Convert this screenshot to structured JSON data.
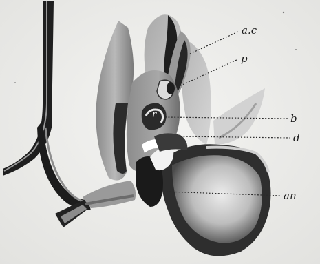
{
  "figure": {
    "labels": {
      "anther_cap": "a.c",
      "pollinium": "p",
      "rostellum": "r",
      "b": "b",
      "d": "d",
      "anther": "an"
    }
  }
}
